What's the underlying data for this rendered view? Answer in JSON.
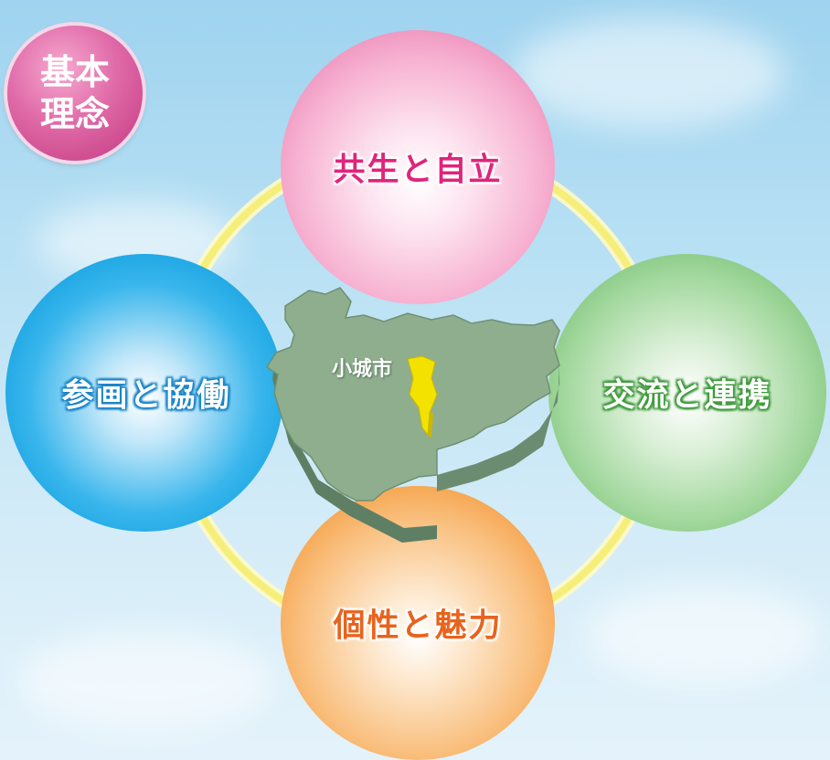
{
  "badge": {
    "text": "基本理念"
  },
  "principles": [
    {
      "id": "top",
      "label": "共生と自立",
      "color": "#f4a6cb"
    },
    {
      "id": "left",
      "label": "参画と協働",
      "color": "#2fb0e8"
    },
    {
      "id": "right",
      "label": "交流と連携",
      "color": "#8fcf8b"
    },
    {
      "id": "bottom",
      "label": "個性と魅力",
      "color": "#f8b46a"
    }
  ],
  "map": {
    "city_label": "小城市",
    "region_color": "#8fae8e",
    "highlight_color": "#f3e100"
  },
  "ring_color": "#f5ef7a"
}
